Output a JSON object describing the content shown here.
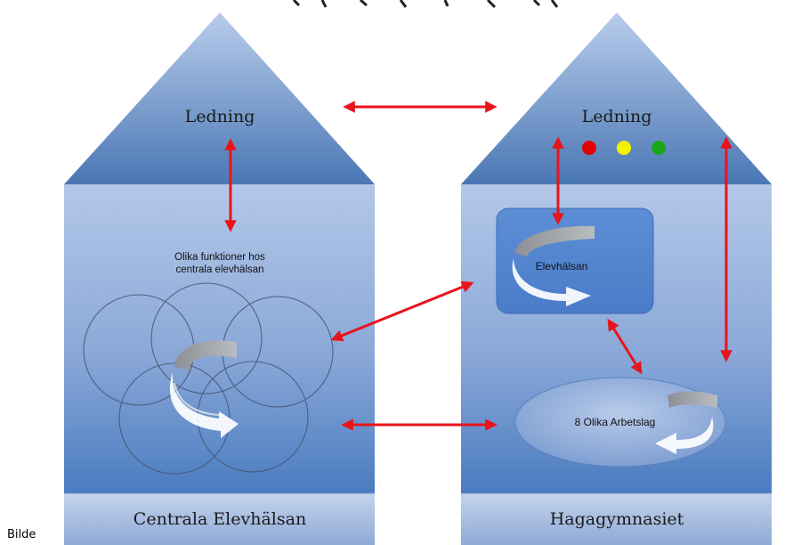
{
  "title_partial": "...g... ... ...p... ...g...gy",
  "left_house": {
    "roof_label": "Ledning",
    "body_text_line1": "Olika funktioner hos",
    "body_text_line2": "centrala elevhälsan",
    "footer_label": "Centrala Elevhälsan"
  },
  "right_house": {
    "roof_label": "Ledning",
    "traffic_lights": [
      "#e00000",
      "#f2f200",
      "#1aa81a"
    ],
    "elevhalsan_label": "Elevhälsan",
    "arbetslag_label": "8 Olika Arbetslag",
    "footer_label": "Hagagymnasiet"
  },
  "caption": "Bilde",
  "colors": {
    "arrow": "#e8141b",
    "roof_top": "#a9bfe3",
    "roof_bottom": "#4a77b4",
    "body_top": "#a8c0e4",
    "body_bottom": "#4f7fc0",
    "footer": "#a9c0e0"
  }
}
